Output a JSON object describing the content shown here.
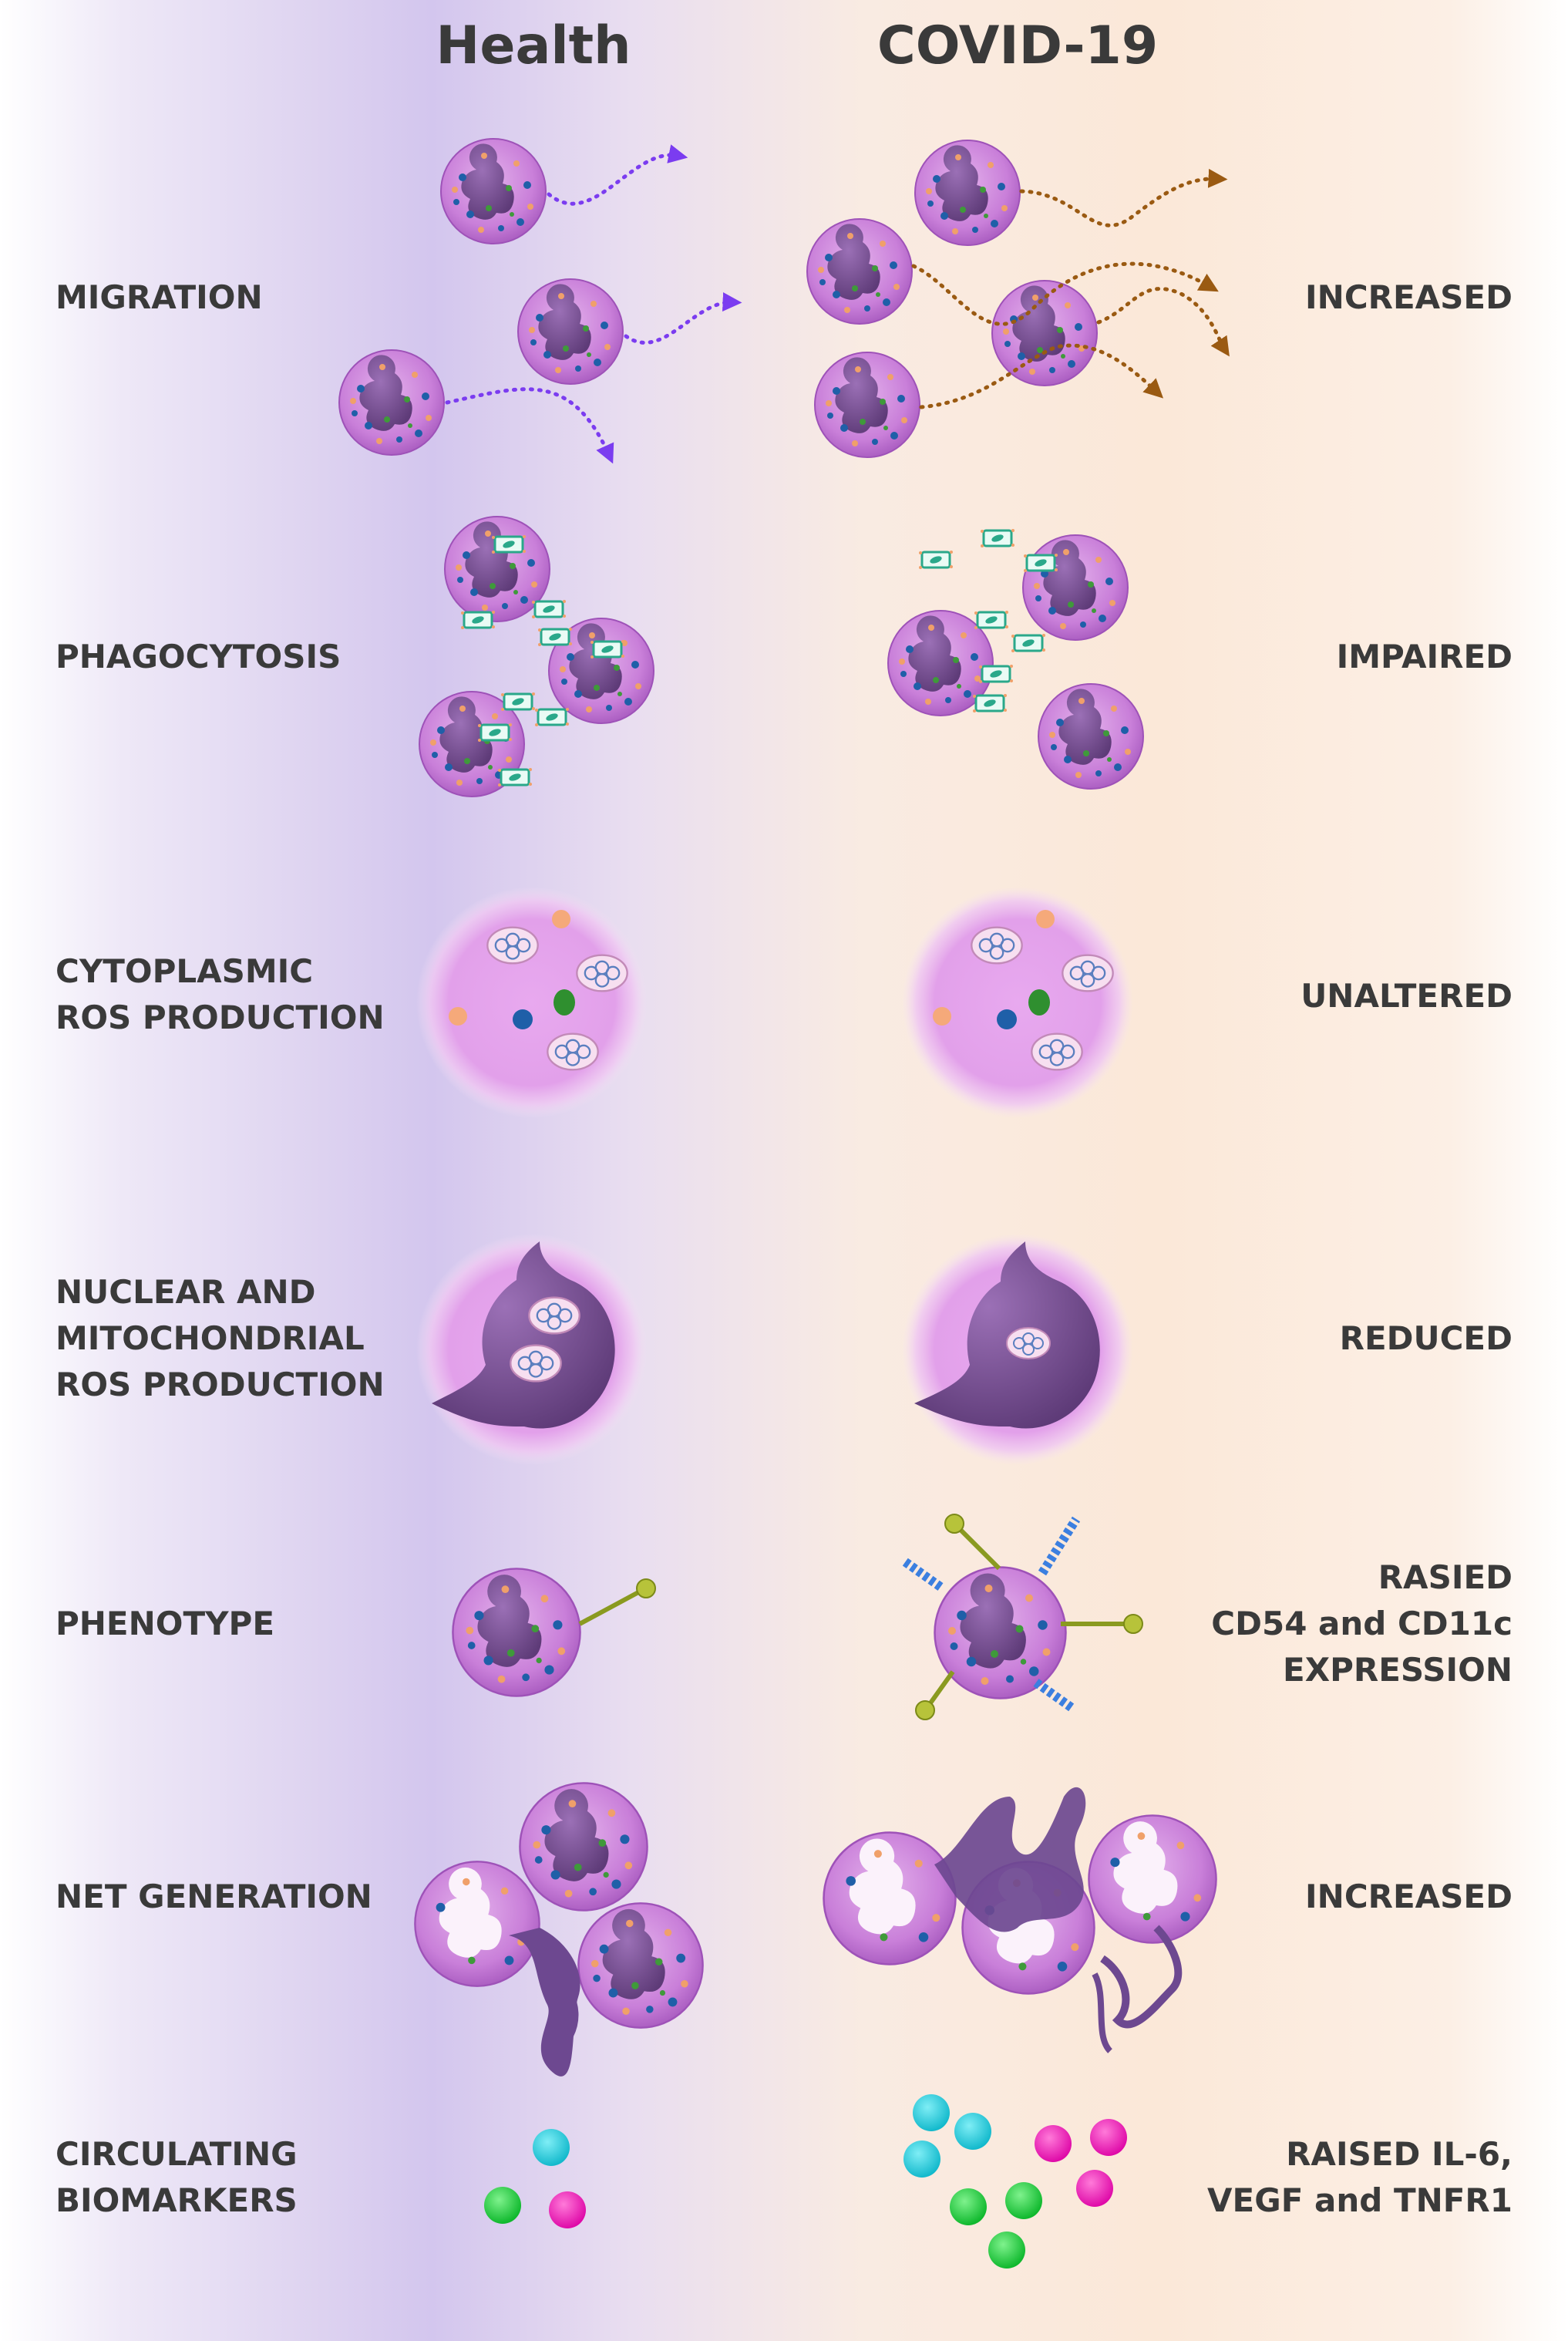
{
  "columns": {
    "health": "Health",
    "covid": "COVID-19"
  },
  "rows": [
    {
      "label": [
        "MIGRATION"
      ],
      "result": [
        "INCREASED"
      ]
    },
    {
      "label": [
        "PHAGOCYTOSIS"
      ],
      "result": [
        "IMPAIRED"
      ]
    },
    {
      "label": [
        "CYTOPLASMIC",
        "ROS PRODUCTION"
      ],
      "result": [
        "UNALTERED"
      ]
    },
    {
      "label": [
        "NUCLEAR AND",
        "MITOCHONDRIAL",
        "ROS PRODUCTION"
      ],
      "result": [
        "REDUCED"
      ]
    },
    {
      "label": [
        "PHENOTYPE"
      ],
      "result": [
        "RASIED",
        "CD54 and CD11c",
        "EXPRESSION"
      ]
    },
    {
      "label": [
        "NET GENERATION"
      ],
      "result": [
        "INCREASED"
      ]
    },
    {
      "label": [
        "CIRCULATING",
        "BIOMARKERS"
      ],
      "result": [
        "RAISED IL-6,",
        "VEGF and TNFR1"
      ]
    }
  ],
  "colors": {
    "health_arrow": "#7b3cf0",
    "covid_arrow": "#9a5a12",
    "cell": "#c77ad8",
    "nucleus": "#7a4e96",
    "biomarker_cyan": "#20c8d8",
    "biomarker_green": "#18cc3a",
    "biomarker_magenta": "#ee1ab8"
  }
}
